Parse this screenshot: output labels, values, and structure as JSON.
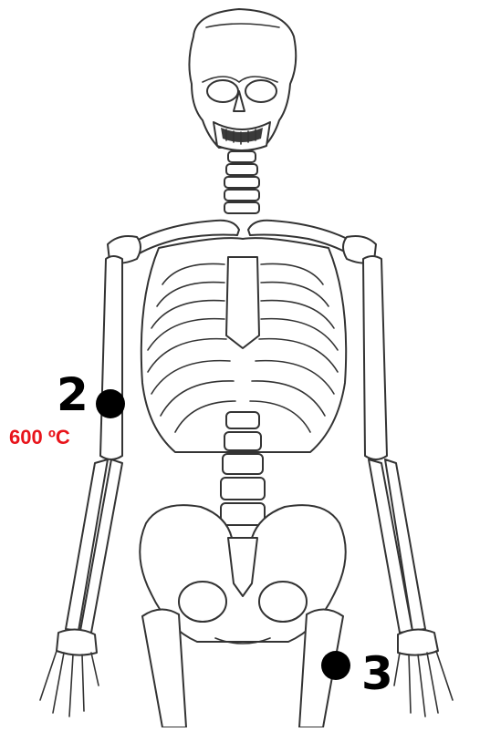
{
  "markers": [
    {
      "id": "2",
      "label": "2",
      "temperature": "600 ºC",
      "temperature_color": "#e8141b"
    },
    {
      "id": "3",
      "label": "3"
    }
  ],
  "colors": {
    "bone_line": "#333333",
    "marker": "#000000",
    "background": "#ffffff"
  }
}
